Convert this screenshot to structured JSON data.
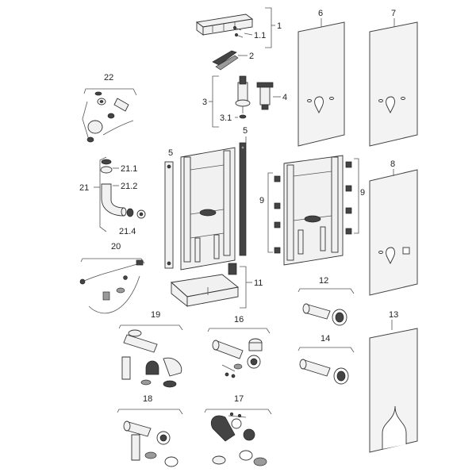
{
  "diagram": {
    "labels": {
      "p1": "1",
      "p1_1": "1.1",
      "p2": "2",
      "p3": "3",
      "p3_1": "3.1",
      "p4": "4",
      "p5a": "5",
      "p5b": "5",
      "p6": "6",
      "p7": "7",
      "p8": "8",
      "p9a": "9",
      "p9b": "9",
      "p11": "11",
      "p12": "12",
      "p13": "13",
      "p14": "14",
      "p16": "16",
      "p17": "17",
      "p18": "18",
      "p19": "19",
      "p20": "20",
      "p21": "21",
      "p21_1": "21.1",
      "p21_2": "21.2",
      "p21_4": "21.4",
      "p22": "22"
    }
  }
}
